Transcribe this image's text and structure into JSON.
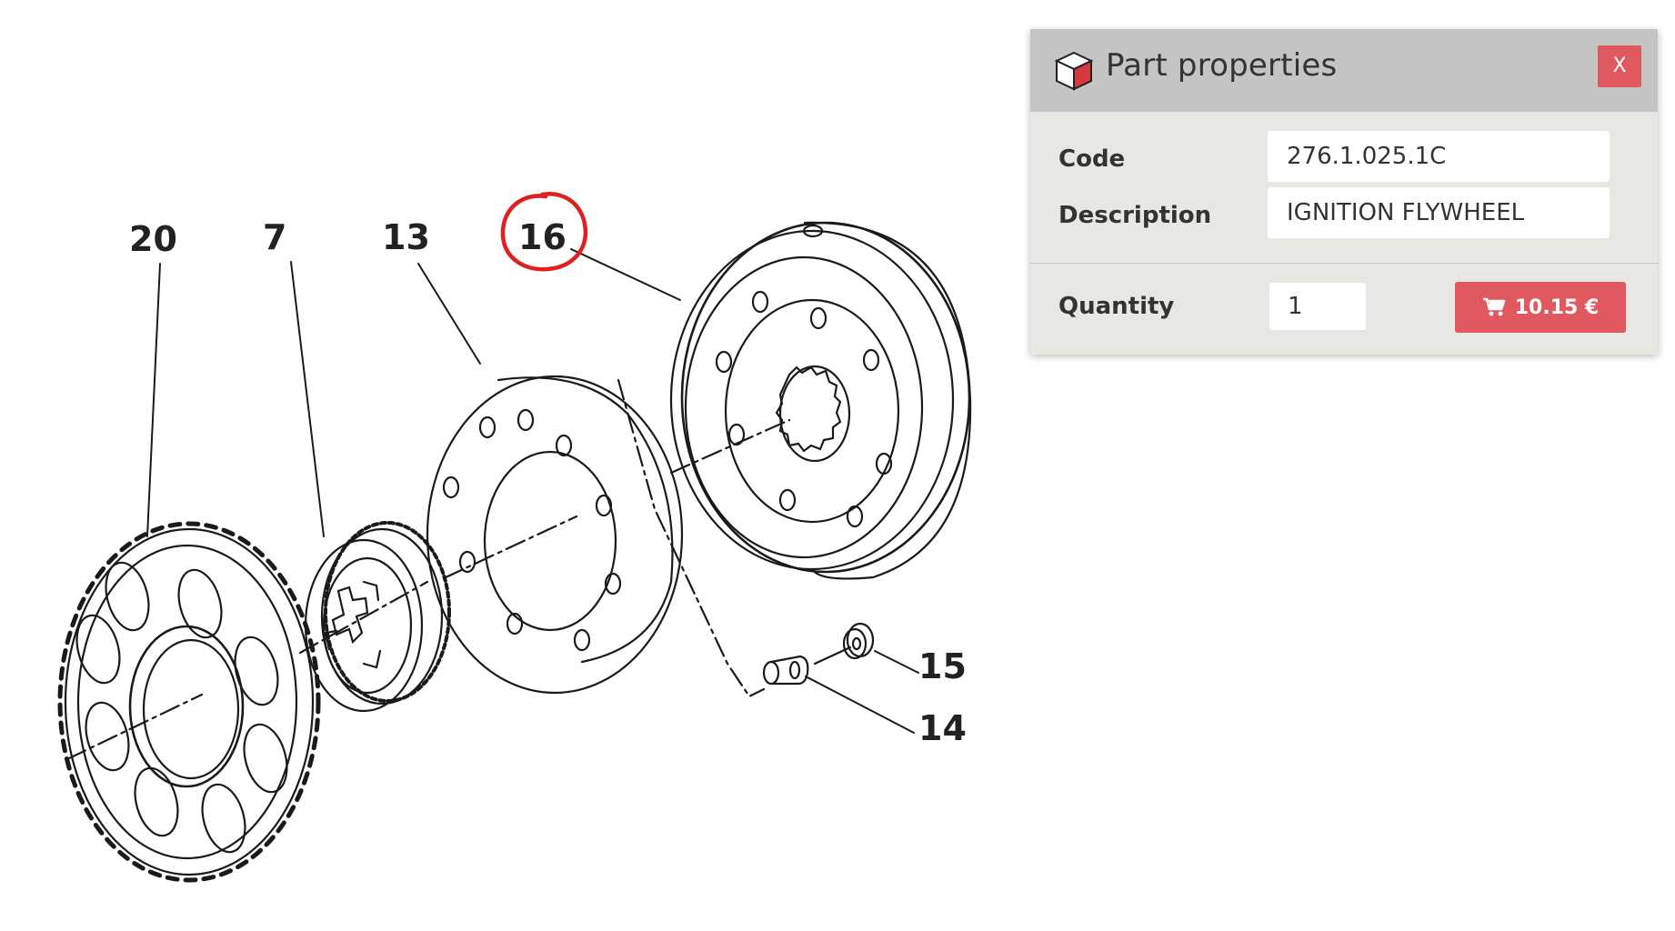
{
  "diagram": {
    "callouts": [
      "20",
      "7",
      "13",
      "16",
      "15",
      "14"
    ],
    "highlighted_callout": "16",
    "highlight_color": "#e0201f"
  },
  "panel": {
    "title": "Part properties",
    "icon": "box-icon",
    "close_label": "X",
    "fields": {
      "code_label": "Code",
      "code_value": "276.1.025.1C",
      "description_label": "Description",
      "description_value": "IGNITION FLYWHEEL",
      "quantity_label": "Quantity",
      "quantity_value": "1"
    },
    "price_button": {
      "label": "10.15 €",
      "icon": "cart-icon"
    },
    "colors": {
      "accent": "#e0595f",
      "header_bg": "#c4c4c4",
      "body_bg": "#e9e7e1"
    }
  }
}
